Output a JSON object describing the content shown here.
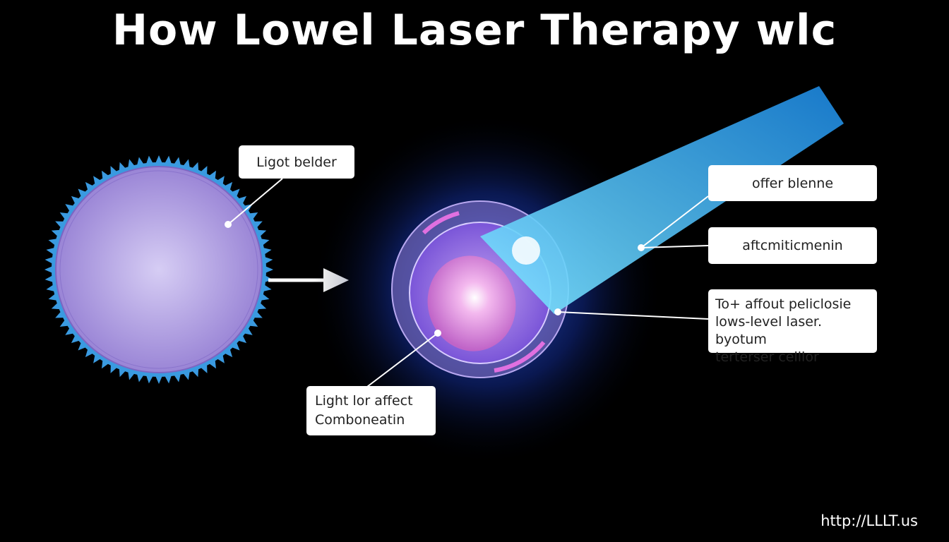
{
  "title": "How Lowel Laser Therapy wlc",
  "labels": {
    "cell_label": "Ligot belder",
    "beam_label_1": "offer blenne",
    "beam_label_2": "aftcmiticmenin",
    "description": [
      "To+ affout peliclosie",
      "lows-level laser. byotum",
      "terterser celllor"
    ],
    "nucleus_label": [
      "Light lor affect",
      "Comboneatin"
    ]
  },
  "footer_url": "http://LLLT.us",
  "colors": {
    "background": "#000000",
    "cell": "#b9a6e6",
    "beam": "#29a8f0",
    "glow": "#1b3fd0",
    "nucleus": "#e79ae8"
  }
}
